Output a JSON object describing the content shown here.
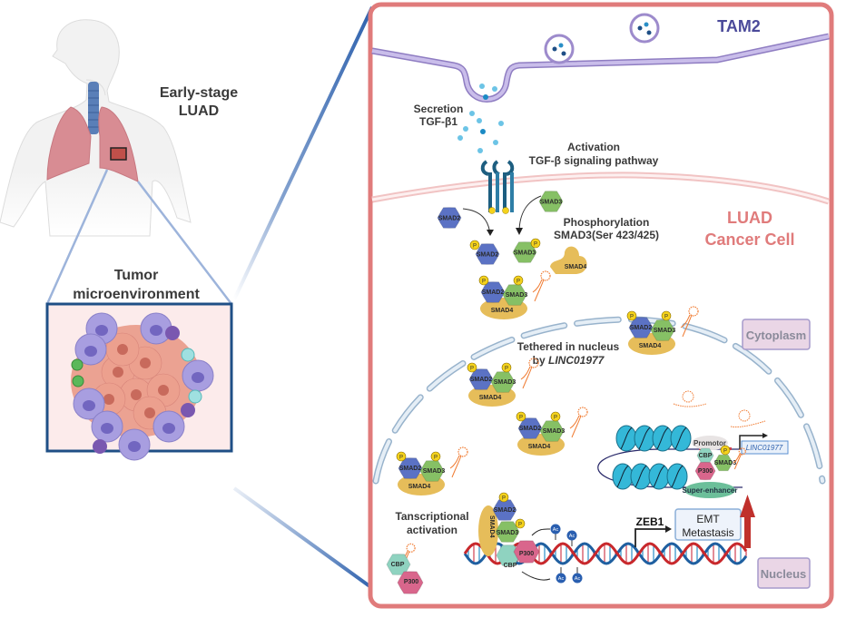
{
  "left_panel": {
    "stage_label_line1": "Early-stage",
    "stage_label_line2": "LUAD",
    "tme_label_line1": "Tumor",
    "tme_label_line2": "microenvironment"
  },
  "right_panel": {
    "tam_label": "TAM2",
    "cell_label_line1": "LUAD",
    "cell_label_line2": "Cancer Cell",
    "secretion_line1": "Secretion",
    "secretion_line2": "TGF-β1",
    "activation_line1": "Activation",
    "activation_line2": "TGF-β signaling pathway",
    "phospho_line1": "Phosphorylation",
    "phospho_line2": "SMAD3(Ser 423/425)",
    "tethered_line1": "Tethered in nucleus",
    "tethered_line2_prefix": "by ",
    "tethered_line2_gene": "LINC01977",
    "cytoplasm_label": "Cytoplasm",
    "nucleus_label": "Nucleus",
    "transcription_line1": "Tanscriptional",
    "transcription_line2": "activation",
    "zeb1_label": "ZEB1",
    "emt_line1": "EMT",
    "emt_line2": "Metastasis",
    "promotor_label": "Promotor",
    "super_enhancer_label": "Super-enhancer",
    "gene_label": "LINC01977"
  },
  "proteins": {
    "smad2": "SMAD2",
    "smad3": "SMAD3",
    "smad4": "SMAD4",
    "cbp": "CBP",
    "p300": "P300",
    "phospho": "P",
    "acetyl": "Ac"
  },
  "colors": {
    "cell_border": "#e07b7b",
    "tam_membrane": "#b7a6dc",
    "tam_text": "#4b4a9a",
    "cell_text": "#e07b7b",
    "smad2": "#5b72c4",
    "smad3": "#86c065",
    "smad4": "#e6bd5a",
    "cbp": "#8fd3c0",
    "p300": "#d9668c",
    "phospho": "#f4d21c",
    "dna_red": "#c8282c",
    "dna_blue": "#1f5fa0",
    "up_arrow": "#c0302c",
    "zoom_lines": "#2f62ae"
  }
}
